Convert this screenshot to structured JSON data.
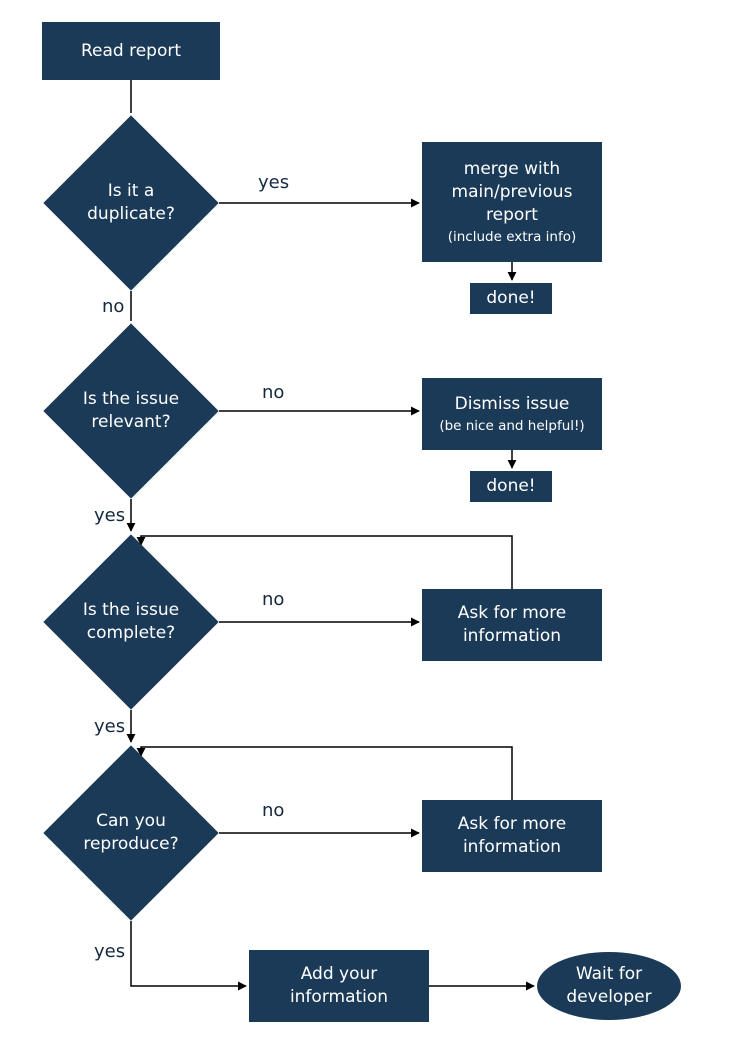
{
  "diagram": {
    "colors": {
      "node": "#1b3a57",
      "node_text": "#ffffff",
      "line": "#000000",
      "label": "#14293d"
    },
    "nodes": {
      "read_report": {
        "label": "Read report"
      },
      "duplicate": {
        "label": "Is it a duplicate?"
      },
      "merge": {
        "label": "merge with main/previous report",
        "sublabel": "(include extra info)"
      },
      "done1": {
        "label": "done!"
      },
      "relevant": {
        "label": "Is the issue relevant?"
      },
      "dismiss": {
        "label": "Dismiss issue",
        "sublabel": "(be nice and helpful!)"
      },
      "done2": {
        "label": "done!"
      },
      "complete": {
        "label": "Is the issue complete?"
      },
      "ask_more_1": {
        "label": "Ask for more information"
      },
      "reproduce": {
        "label": "Can you reproduce?"
      },
      "ask_more_2": {
        "label": "Ask for more information"
      },
      "add_info": {
        "label": "Add your information"
      },
      "wait": {
        "label": "Wait for developer"
      }
    },
    "edge_labels": {
      "duplicate_yes": "yes",
      "duplicate_no": "no",
      "relevant_no": "no",
      "relevant_yes": "yes",
      "complete_no": "no",
      "complete_yes": "yes",
      "reproduce_no": "no",
      "reproduce_yes": "yes"
    }
  }
}
